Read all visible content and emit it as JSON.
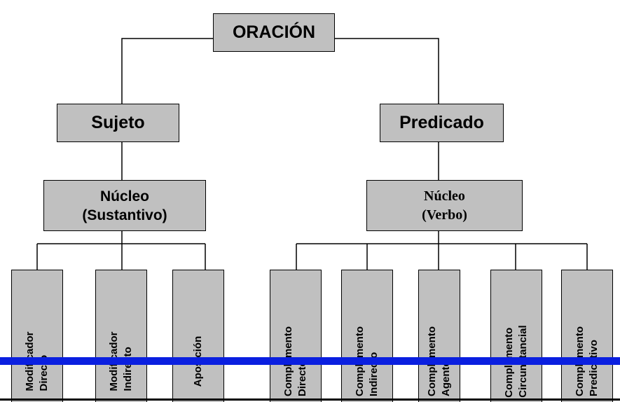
{
  "root": {
    "label": "ORACIÓN"
  },
  "sujeto": {
    "label": "Sujeto",
    "nucleo": {
      "line1": "Núcleo",
      "line2": "(Sustantivo)"
    },
    "leaves": [
      {
        "line1": "Modificador",
        "line2": "Directo"
      },
      {
        "line1": "Modificador",
        "line2": "Indirecto"
      },
      {
        "line1": "Aposición",
        "line2": ""
      }
    ]
  },
  "predicado": {
    "label": "Predicado",
    "nucleo": {
      "line1": "Núcleo",
      "line2": "(Verbo)"
    },
    "leaves": [
      {
        "line1": "Complemento",
        "line2": "Directo"
      },
      {
        "line1": "Complemento",
        "line2": "Indirecto"
      },
      {
        "line1": "Complemento",
        "line2": "Agente"
      },
      {
        "line1": "Complemento",
        "line2": "Circunstancial"
      },
      {
        "line1": "Complemento",
        "line2": "Predicativo"
      }
    ]
  },
  "colors": {
    "box_fill": "#c0c0c0",
    "line": "#000000",
    "overlay_bar": "#0a1fe0"
  }
}
